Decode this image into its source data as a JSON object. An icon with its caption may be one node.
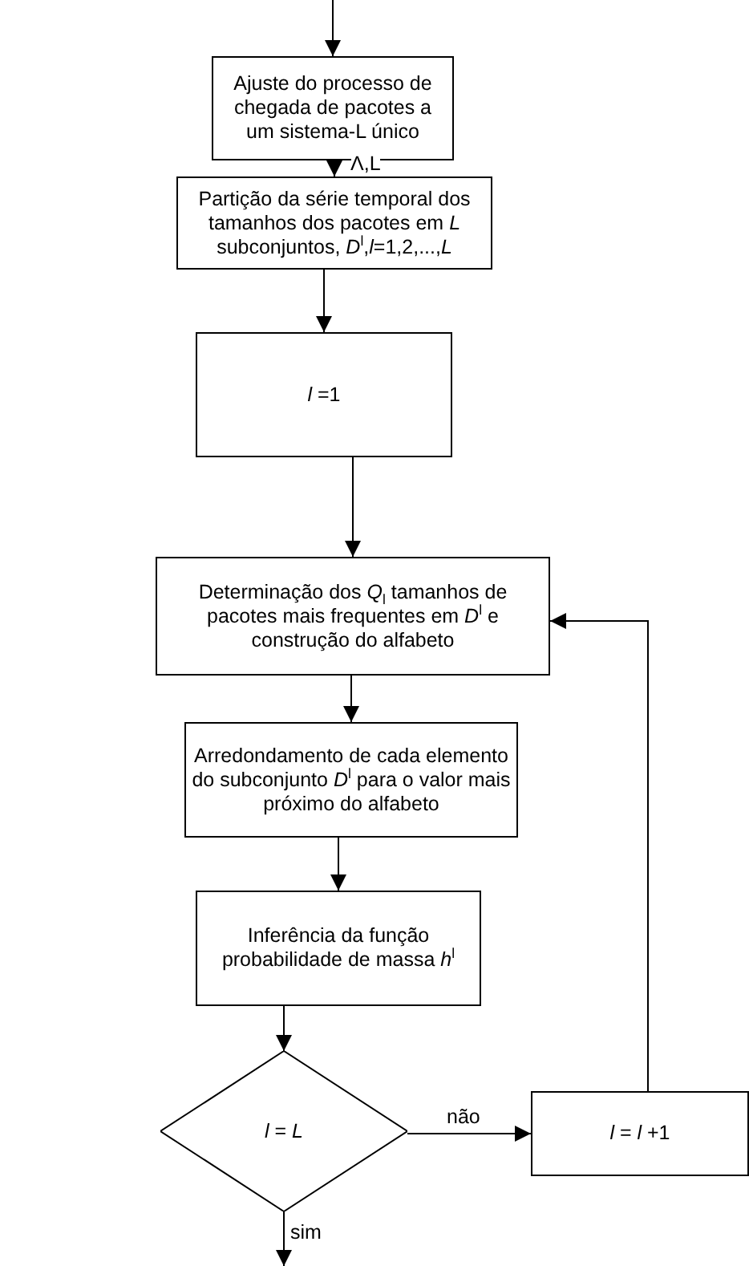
{
  "diagram": {
    "nodes": [
      {
        "text": [
          "Ajuste do processo de chegada de pacotes a um sistema-L único"
        ]
      },
      {
        "text": [
          "Partição da série temporal dos tamanhos dos pacotes em *L* subconjuntos, *D*$^{l}$,*l*=1,2,...,*L*"
        ]
      },
      {
        "text": [
          "*l* =1"
        ]
      },
      {
        "text": [
          "Determinação dos *Q*$_{l}$ tamanhos de pacotes mais frequentes em *D*$^{l}$ e construção do alfabeto"
        ]
      },
      {
        "text": [
          "Arredondamento de cada elemento do subconjunto *D*$^{l}$ para o valor mais próximo do alfabeto"
        ]
      },
      {
        "text": [
          "Inferência da função probabilidade de massa *h*$^{l}$"
        ]
      },
      {
        "text": [
          "*l* = *L*"
        ]
      },
      {
        "text": [
          "*l* = *l* +1"
        ]
      }
    ],
    "edges": [
      {
        "from": null,
        "to": 0,
        "arrow": "to"
      },
      {
        "from": 0,
        "to": 1,
        "arrow": "to",
        "label": "Λ,L"
      },
      {
        "from": 1,
        "to": 2,
        "arrow": "to"
      },
      {
        "from": 2,
        "to": 3,
        "arrow": "to"
      },
      {
        "from": 3,
        "to": 4,
        "arrow": "to"
      },
      {
        "from": 4,
        "to": 5,
        "arrow": "to"
      },
      {
        "from": 5,
        "to": 6,
        "arrow": "to"
      },
      {
        "from": 6,
        "to": 7,
        "arrow": "to",
        "label": "não"
      },
      {
        "from": 7,
        "to": 3,
        "arrow": "to"
      },
      {
        "from": 6,
        "to": null,
        "arrow": "to",
        "label": "sim"
      }
    ]
  }
}
